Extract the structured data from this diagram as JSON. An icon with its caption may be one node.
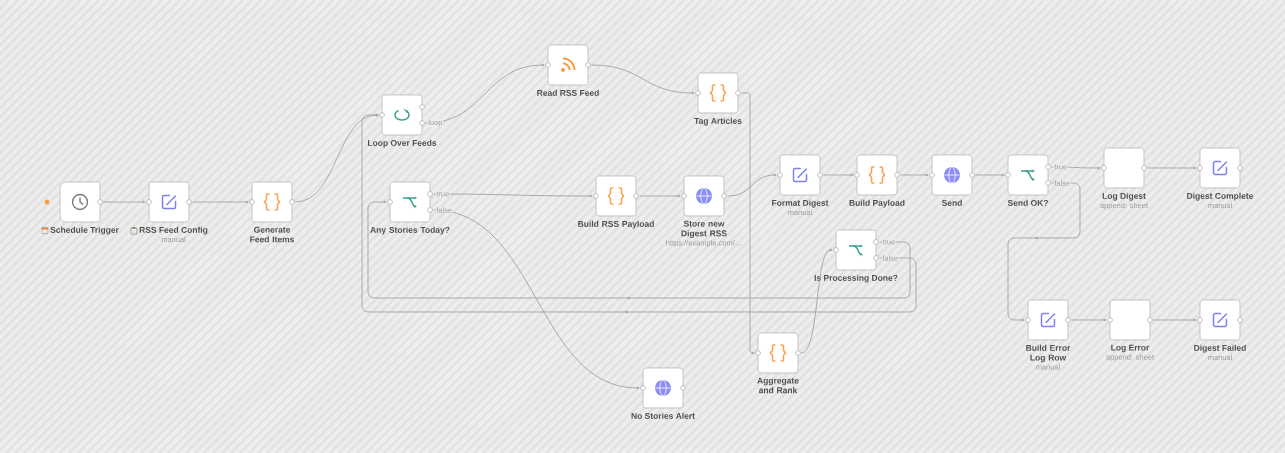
{
  "diagram": {
    "nodes": [
      {
        "text": [
          "Schedule Trigger"
        ]
      },
      {
        "text": [
          "RSS Feed Config",
          "manual"
        ]
      },
      {
        "text": [
          "Generate Feed Items"
        ]
      },
      {
        "text": [
          "Loop Over Feeds"
        ]
      },
      {
        "text": [
          "Read RSS Feed"
        ]
      },
      {
        "text": [
          "Tag Articles"
        ]
      },
      {
        "text": [
          "Any Stories Today?"
        ]
      },
      {
        "text": [
          "Build RSS Payload"
        ]
      },
      {
        "text": [
          "Store new Digest RSS",
          "https://example.com/…"
        ]
      },
      {
        "text": [
          "Format Digest",
          "manual"
        ]
      },
      {
        "text": [
          "Build Payload"
        ]
      },
      {
        "text": [
          "Send"
        ]
      },
      {
        "text": [
          "Send OK?"
        ]
      },
      {
        "text": [
          "Log Digest",
          "append: sheet"
        ]
      },
      {
        "text": [
          "Digest Complete",
          "manual"
        ]
      },
      {
        "text": [
          "Is Processing Done?"
        ]
      },
      {
        "text": [
          "Aggregate and Rank"
        ]
      },
      {
        "text": [
          "No Stories Alert"
        ]
      },
      {
        "text": [
          "Build Error Log Row",
          "manual"
        ]
      },
      {
        "text": [
          "Log Error",
          "append: sheet"
        ]
      },
      {
        "text": [
          "Digest Failed",
          "manual"
        ]
      }
    ],
    "edges": [
      {
        "from": 0,
        "to": 1,
        "arrow": "to"
      },
      {
        "from": 1,
        "to": 2,
        "arrow": "to"
      },
      {
        "from": 2,
        "to": 3,
        "arrow": "to"
      },
      {
        "from": 3,
        "to": 4,
        "arrow": "to",
        "label": "loop"
      },
      {
        "from": 4,
        "to": 5,
        "arrow": "to"
      },
      {
        "from": 5,
        "to": 16,
        "arrow": "to"
      },
      {
        "from": 16,
        "to": 15,
        "arrow": "to"
      },
      {
        "from": 15,
        "to": 6,
        "arrow": "to",
        "label": "true"
      },
      {
        "from": 15,
        "to": 3,
        "arrow": "to",
        "label": "false"
      },
      {
        "from": 6,
        "to": 7,
        "arrow": "to",
        "label": "true"
      },
      {
        "from": 6,
        "to": 17,
        "arrow": "to",
        "label": "false"
      },
      {
        "from": 7,
        "to": 8,
        "arrow": "to"
      },
      {
        "from": 8,
        "to": 9,
        "arrow": "to"
      },
      {
        "from": 9,
        "to": 10,
        "arrow": "to"
      },
      {
        "from": 10,
        "to": 11,
        "arrow": "to"
      },
      {
        "from": 11,
        "to": 12,
        "arrow": "to"
      },
      {
        "from": 12,
        "to": 13,
        "arrow": "to",
        "label": "true"
      },
      {
        "from": 12,
        "to": 18,
        "arrow": "to",
        "label": "false"
      },
      {
        "from": 13,
        "to": 14,
        "arrow": "to"
      },
      {
        "from": 18,
        "to": 19,
        "arrow": "to"
      },
      {
        "from": 19,
        "to": 20,
        "arrow": "to"
      }
    ]
  }
}
